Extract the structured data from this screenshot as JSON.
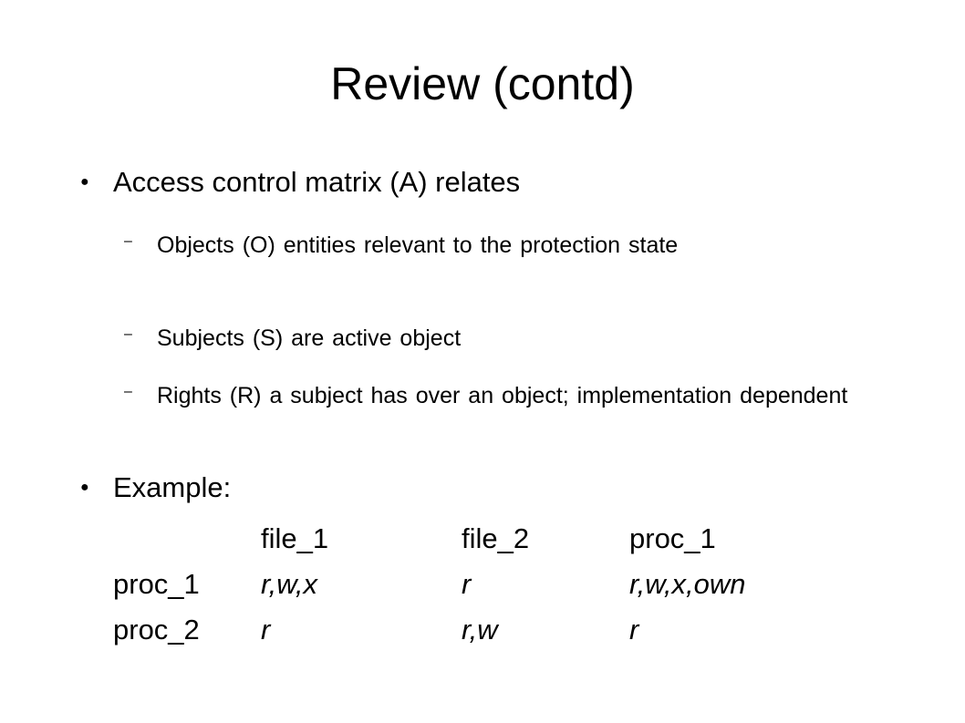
{
  "slide": {
    "title": "Review (contd)",
    "bullets": [
      {
        "marker": "●",
        "text": "Access control matrix (A) relates",
        "subitems": [
          {
            "marker": "–",
            "text": "Objects (O) entities relevant to the protection state"
          },
          {
            "marker": "–",
            "text": "Subjects (S) are active object"
          },
          {
            "marker": "–",
            "text": "Rights (R) a subject has over an object; implementation dependent"
          }
        ]
      },
      {
        "marker": "●",
        "text": "Example:"
      }
    ],
    "matrix": {
      "columns": [
        "file_1",
        "file_2",
        "proc_1"
      ],
      "rows": [
        {
          "label": "proc_1",
          "cells": [
            "r,w,x",
            "r",
            "r,w,x,own"
          ]
        },
        {
          "label": "proc_2",
          "cells": [
            "r",
            "r,w",
            "r"
          ]
        }
      ]
    }
  }
}
